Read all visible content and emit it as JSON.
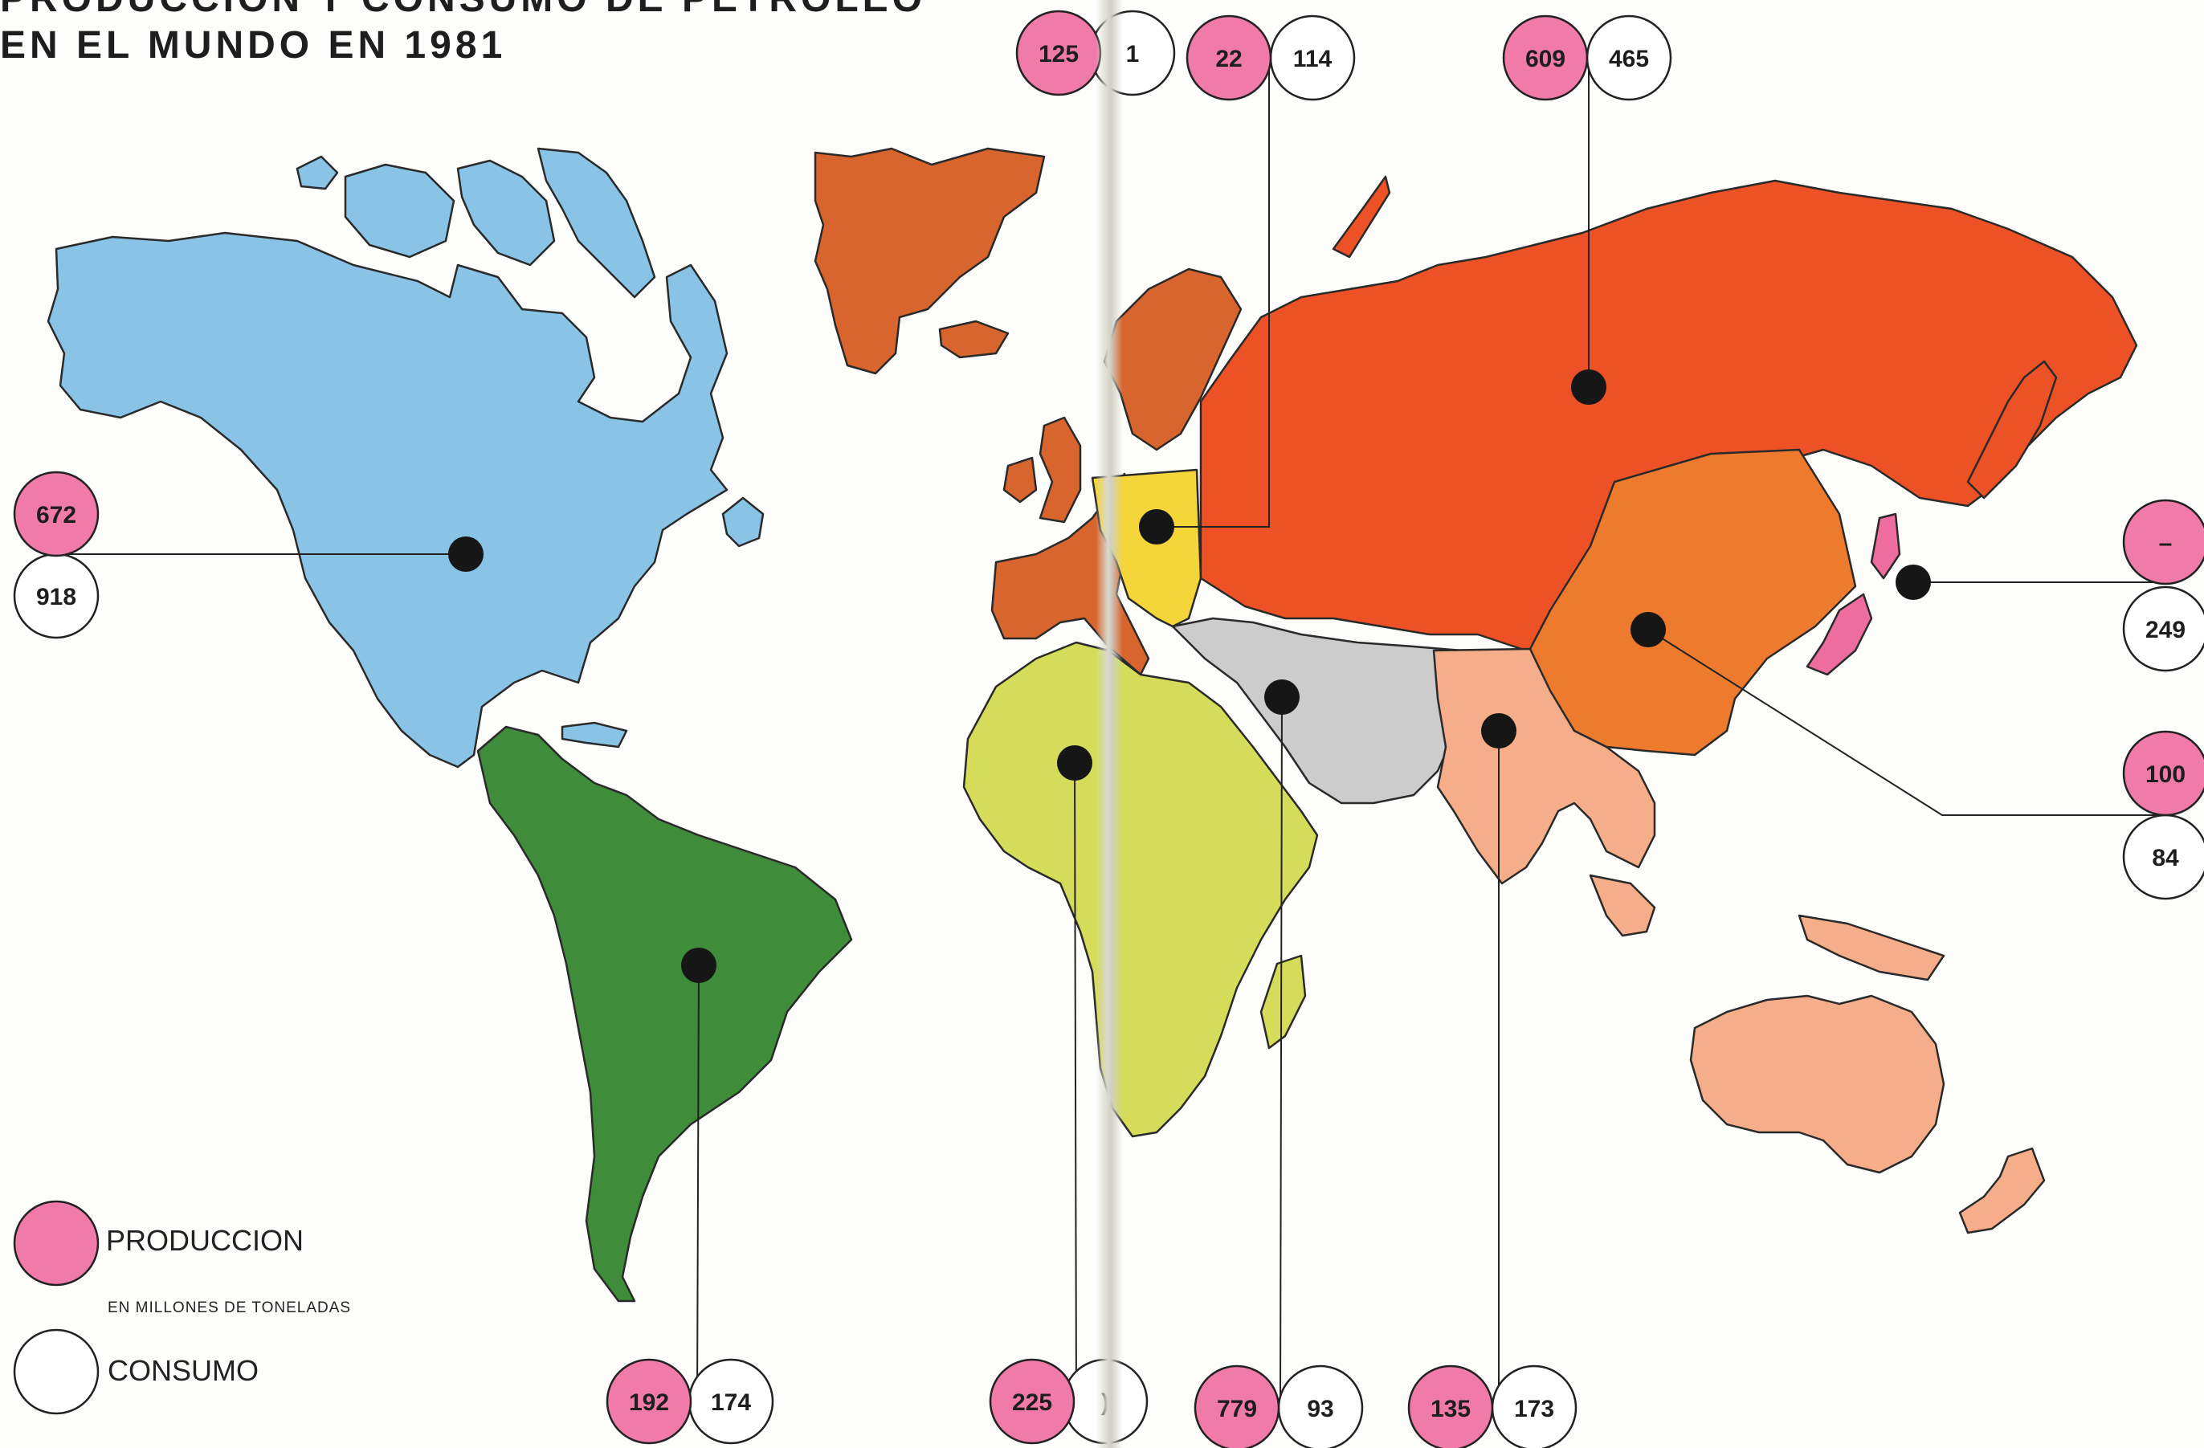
{
  "title": {
    "line1": "PRODUCCION Y CONSUMO DE PETROLEO",
    "line2": "EN EL MUNDO EN 1981"
  },
  "legend": {
    "production_label": "PRODUCCION",
    "units": "EN MILLONES DE TONELADAS",
    "consumption_label": "CONSUMO",
    "production_color": "#f07aa8",
    "consumption_color": "#ffffff"
  },
  "regions": [
    {
      "id": "north-america",
      "color": "#89c3e6",
      "production": "672",
      "consumption": "918"
    },
    {
      "id": "south-america",
      "color": "#3f8c3b",
      "production": "192",
      "consumption": "174"
    },
    {
      "id": "western-europe",
      "color": "#d8642e",
      "production": "125",
      "consumption": "1"
    },
    {
      "id": "eastern-europe",
      "color": "#f4d53a",
      "production": "22",
      "consumption": "114"
    },
    {
      "id": "ussr",
      "color": "#ec5226",
      "production": "609",
      "consumption": "465"
    },
    {
      "id": "japan",
      "color": "#ee6d9f",
      "production": "–",
      "consumption": "249"
    },
    {
      "id": "china",
      "color": "#ee7a2e",
      "production": "100",
      "consumption": "84"
    },
    {
      "id": "africa",
      "color": "#d5dc5a",
      "production": "225",
      "consumption": ")"
    },
    {
      "id": "middle-east",
      "color": "#cccccc",
      "production": "779",
      "consumption": "93"
    },
    {
      "id": "south-asia-oceania",
      "color": "#f6ad8a",
      "production": "135",
      "consumption": "173"
    }
  ]
}
